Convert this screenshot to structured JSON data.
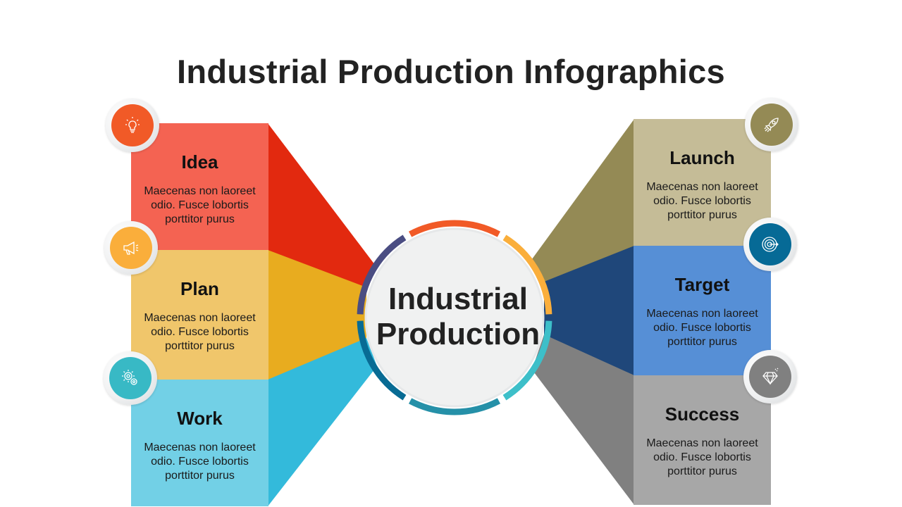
{
  "title": "Industrial Production Infographics",
  "center": {
    "line1": "Industrial",
    "line2": "Production"
  },
  "left": [
    {
      "title": "Idea",
      "text": "Maecenas non laoreet odio. Fusce lobortis porttitor purus",
      "icon": "lightbulb-icon",
      "box": "#f46352",
      "wedge": "#e2290f",
      "icon_bg": "#f15a27"
    },
    {
      "title": "Plan",
      "text": "Maecenas non laoreet odio. Fusce lobortis porttitor purus",
      "icon": "megaphone-icon",
      "box": "#f0c66b",
      "wedge": "#e8ac1f",
      "icon_bg": "#faae3b"
    },
    {
      "title": "Work",
      "text": "Maecenas non laoreet odio. Fusce lobortis porttitor purus",
      "icon": "gears-icon",
      "box": "#72d0e6",
      "wedge": "#33badb",
      "icon_bg": "#38b9c5"
    }
  ],
  "right": [
    {
      "title": "Launch",
      "text": "Maecenas non laoreet odio. Fusce lobortis porttitor purus",
      "icon": "rocket-icon",
      "box": "#c5bc97",
      "wedge": "#948a55",
      "icon_bg": "#948a55"
    },
    {
      "title": "Target",
      "text": "Maecenas non laoreet odio. Fusce lobortis porttitor purus",
      "icon": "target-icon",
      "box": "#568fd6",
      "wedge": "#1f477a",
      "icon_bg": "#066a96"
    },
    {
      "title": "Success",
      "text": "Maecenas non laoreet odio. Fusce lobortis porttitor purus",
      "icon": "diamond-icon",
      "box": "#a7a7a7",
      "wedge": "#808080",
      "icon_bg": "#808080"
    }
  ],
  "ring_colors": [
    "#f15a27",
    "#faae3b",
    "#3dbfc9",
    "#2590a8",
    "#086b94",
    "#4a4d82"
  ]
}
